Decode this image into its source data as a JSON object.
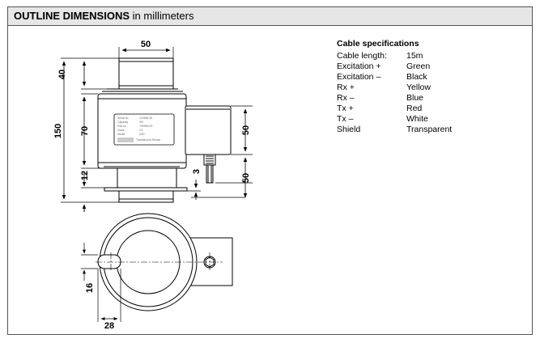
{
  "header": {
    "title_bold": "OUTLINE DIMENSIONS",
    "title_rest": "in millimeters"
  },
  "cable_specs": {
    "heading": "Cable specifications",
    "rows": [
      {
        "label": "Cable length:",
        "value": "15m"
      },
      {
        "label": "Excitation +",
        "value": "Green"
      },
      {
        "label": "Excitation –",
        "value": "Black"
      },
      {
        "label": "Rx +",
        "value": "Yellow"
      },
      {
        "label": "Rx –",
        "value": "Blue"
      },
      {
        "label": "Tx +",
        "value": "Red"
      },
      {
        "label": "Tx –",
        "value": "White"
      },
      {
        "label": "Shield",
        "value": "Transparent"
      }
    ]
  },
  "dimensions": {
    "top_width": "50",
    "top_height": "40",
    "overall_height": "150",
    "body_height": "70",
    "base_height": "12",
    "box_height": "50",
    "cable_gap": "3",
    "cable_height": "50",
    "hole_offset": "16",
    "hole_width": "28"
  }
}
